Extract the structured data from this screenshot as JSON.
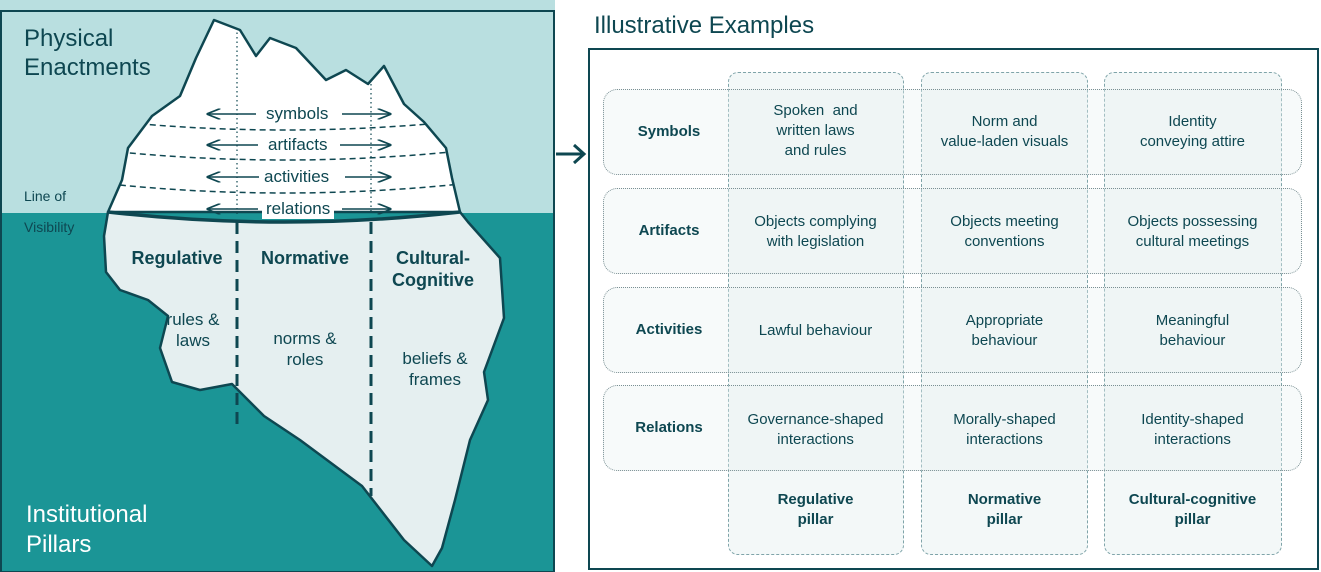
{
  "iceberg": {
    "top_title": "Physical\nEnactments",
    "line_label_1": "Line of",
    "line_label_2": "Visibility",
    "bottom_title": "Institutional\nPillars",
    "layers": [
      "symbols",
      "artifacts",
      "activities",
      "relations"
    ],
    "pillars": [
      {
        "name": "Regulative",
        "desc": "rules &\nlaws"
      },
      {
        "name": "Normative",
        "desc": "norms &\nroles"
      },
      {
        "name": "Cultural-\nCognitive",
        "desc": "beliefs &\nframes"
      }
    ]
  },
  "examples": {
    "title": "Illustrative Examples",
    "rows": [
      {
        "label": "Symbols",
        "cells": [
          "Spoken  and\nwritten laws\nand rules",
          "Norm and\nvalue-laden visuals",
          "Identity\nconveying attire"
        ]
      },
      {
        "label": "Artifacts",
        "cells": [
          "Objects complying\nwith legislation",
          "Objects meeting\nconventions",
          "Objects possessing\ncultural meetings"
        ]
      },
      {
        "label": "Activities",
        "cells": [
          "Lawful behaviour",
          "Appropriate\nbehaviour",
          "Meaningful\nbehaviour"
        ]
      },
      {
        "label": "Relations",
        "cells": [
          "Governance-shaped\ninteractions",
          "Morally-shaped\ninteractions",
          "Identity-shaped\ninteractions"
        ]
      }
    ],
    "footers": [
      "Regulative\npillar",
      "Normative\npillar",
      "Cultural-cognitive\npillar"
    ]
  },
  "colors": {
    "sky": "#b9dfe0",
    "sea": "#1b9596",
    "outline": "#0e4751",
    "ice_below": "#e5eff0"
  }
}
